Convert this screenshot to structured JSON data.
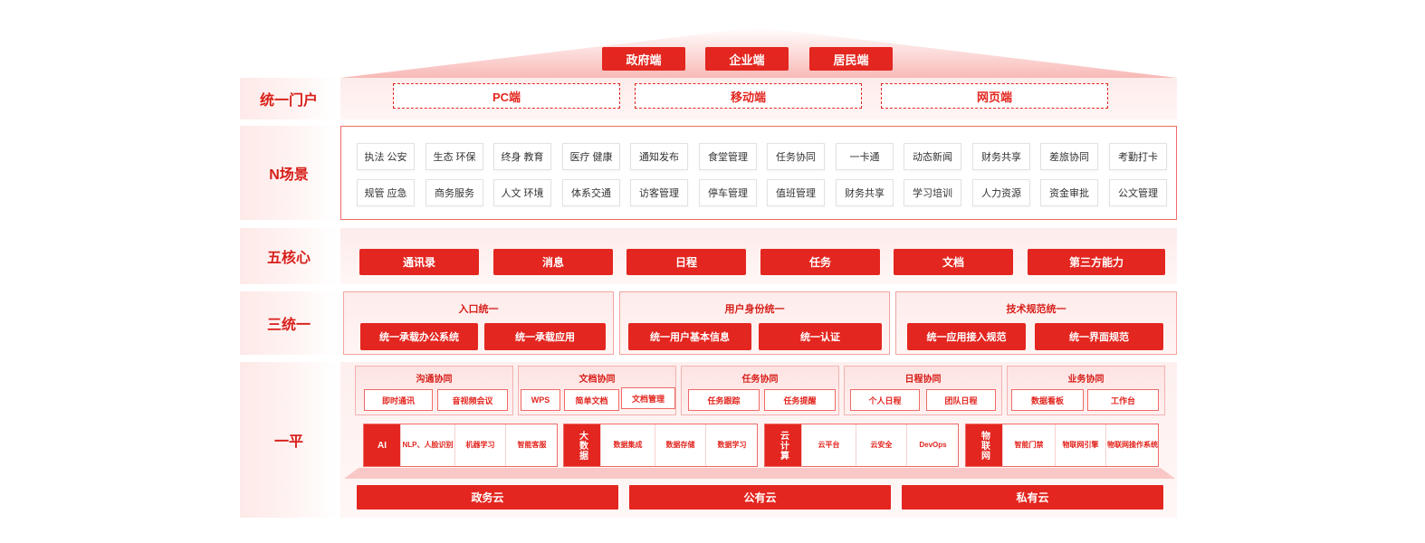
{
  "top_clients": [
    "政府端",
    "企业端",
    "居民端"
  ],
  "layers": {
    "portal": "统一门户",
    "scenes": "N场景",
    "core": "五核心",
    "unify": "三统一",
    "platform": "一平"
  },
  "portal_items": [
    "PC端",
    "移动端",
    "网页端"
  ],
  "scenes_row1": [
    "执法 公安",
    "生态 环保",
    "终身 教育",
    "医疗 健康",
    "通知发布",
    "食堂管理",
    "任务协同",
    "一卡通",
    "动态新闻",
    "财务共享",
    "差旅协同",
    "考勤打卡"
  ],
  "scenes_row2": [
    "规管 应急",
    "商务服务",
    "人文 环境",
    "体系交通",
    "访客管理",
    "停车管理",
    "值班管理",
    "财务共享",
    "学习培训",
    "人力资源",
    "资金审批",
    "公文管理"
  ],
  "core_items": [
    "通讯录",
    "消息",
    "日程",
    "任务",
    "文档",
    "第三方能力"
  ],
  "unify_groups": [
    {
      "title": "入口统一",
      "items": [
        "统一承载办公系统",
        "统一承载应用"
      ]
    },
    {
      "title": "用户身份统一",
      "items": [
        "统一用户基本信息",
        "统一认证"
      ]
    },
    {
      "title": "技术规范统一",
      "items": [
        "统一应用接入规范",
        "统一界面规范"
      ]
    }
  ],
  "collab_groups": [
    {
      "title": "沟通协同",
      "items": [
        "即时通讯",
        "音视频会议"
      ]
    },
    {
      "title": "文档协同",
      "items": [
        "WPS",
        "简单文档",
        "文档管理"
      ]
    },
    {
      "title": "任务协同",
      "items": [
        "任务跟踪",
        "任务提醒"
      ]
    },
    {
      "title": "日程协同",
      "items": [
        "个人日程",
        "团队日程"
      ]
    },
    {
      "title": "业务协同",
      "items": [
        "数据看板",
        "工作台"
      ]
    }
  ],
  "tech_groups": [
    {
      "head": "AI",
      "items": [
        "NLP、人脸识别",
        "机器学习",
        "智能客服"
      ]
    },
    {
      "head": "大数据",
      "items": [
        "数据集成",
        "数据存储",
        "数据学习"
      ]
    },
    {
      "head": "云计算",
      "items": [
        "云平台",
        "云安全",
        "DevOps"
      ]
    },
    {
      "head": "物联网",
      "items": [
        "智能门禁",
        "物联网引擎",
        "物联网操作系统"
      ]
    }
  ],
  "clouds": [
    "政务云",
    "公有云",
    "私有云"
  ],
  "colors": {
    "accent": "#e3261f",
    "light": "#fdeceb"
  }
}
